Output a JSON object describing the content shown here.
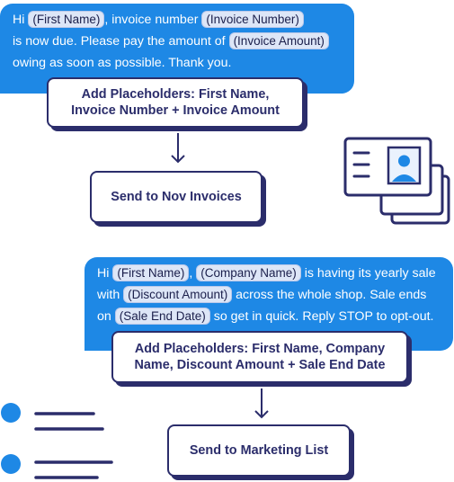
{
  "invoice_flow": {
    "message": {
      "line1_pre": "Hi ",
      "ph_first_name": "(First Name)",
      "line1_mid": ", invoice number ",
      "ph_invoice_number": "(Invoice Number)",
      "line2_pre": "is now due. Please pay the amount of ",
      "ph_invoice_amount": "(Invoice Amount)",
      "line3": "owing as soon as possible. Thank you."
    },
    "step_placeholders": {
      "line1": "Add Placeholders: First Name,",
      "line2": "Invoice Number + Invoice Amount"
    },
    "step_send": "Send to Nov Invoices"
  },
  "marketing_flow": {
    "message": {
      "line1_pre": "Hi ",
      "ph_first_name": "(First Name)",
      "line1_sep": ", ",
      "ph_company_name": "(Company Name)",
      "line1_post": " is having its yearly sale",
      "line2_pre": "with ",
      "ph_discount_amount": "(Discount Amount)",
      "line2_post": " across the whole shop. Sale ends",
      "line3_pre": "on ",
      "ph_sale_end_date": "(Sale End Date)",
      "line3_post": " so get in quick. Reply STOP to opt-out."
    },
    "step_placeholders": {
      "line1": "Add Placeholders: First Name, Company",
      "line2": "Name, Discount Amount + Sale End Date"
    },
    "step_send": "Send to Marketing List"
  },
  "colors": {
    "bubble": "#1e88e5",
    "navy": "#2b2d6b",
    "placeholder_bg": "#dde6f7"
  },
  "icons": [
    "id-card-icon",
    "list-icon",
    "arrow-down-icon"
  ]
}
